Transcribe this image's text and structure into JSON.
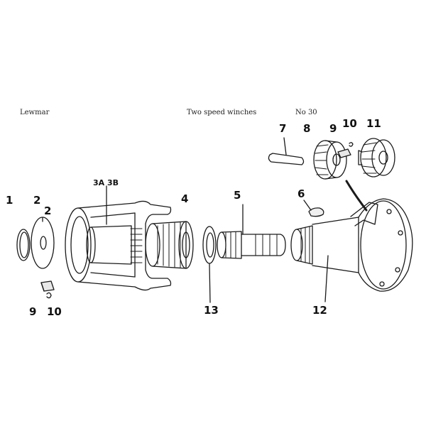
{
  "header": {
    "brand": "Lewmar",
    "title": "Two speed winches",
    "model": "No 30"
  },
  "callouts": {
    "c1": "1",
    "c2a": "2",
    "c2b": "2",
    "c3": "3A 3B",
    "c4": "4",
    "c5": "5",
    "c6": "6",
    "c7": "7",
    "c8": "8",
    "c9a": "9",
    "c10a": "10",
    "c11": "11",
    "c9b": "9",
    "c10b": "10",
    "c12": "12",
    "c13": "13"
  },
  "colors": {
    "ink": "#1a1a1a",
    "paper": "#ffffff"
  }
}
